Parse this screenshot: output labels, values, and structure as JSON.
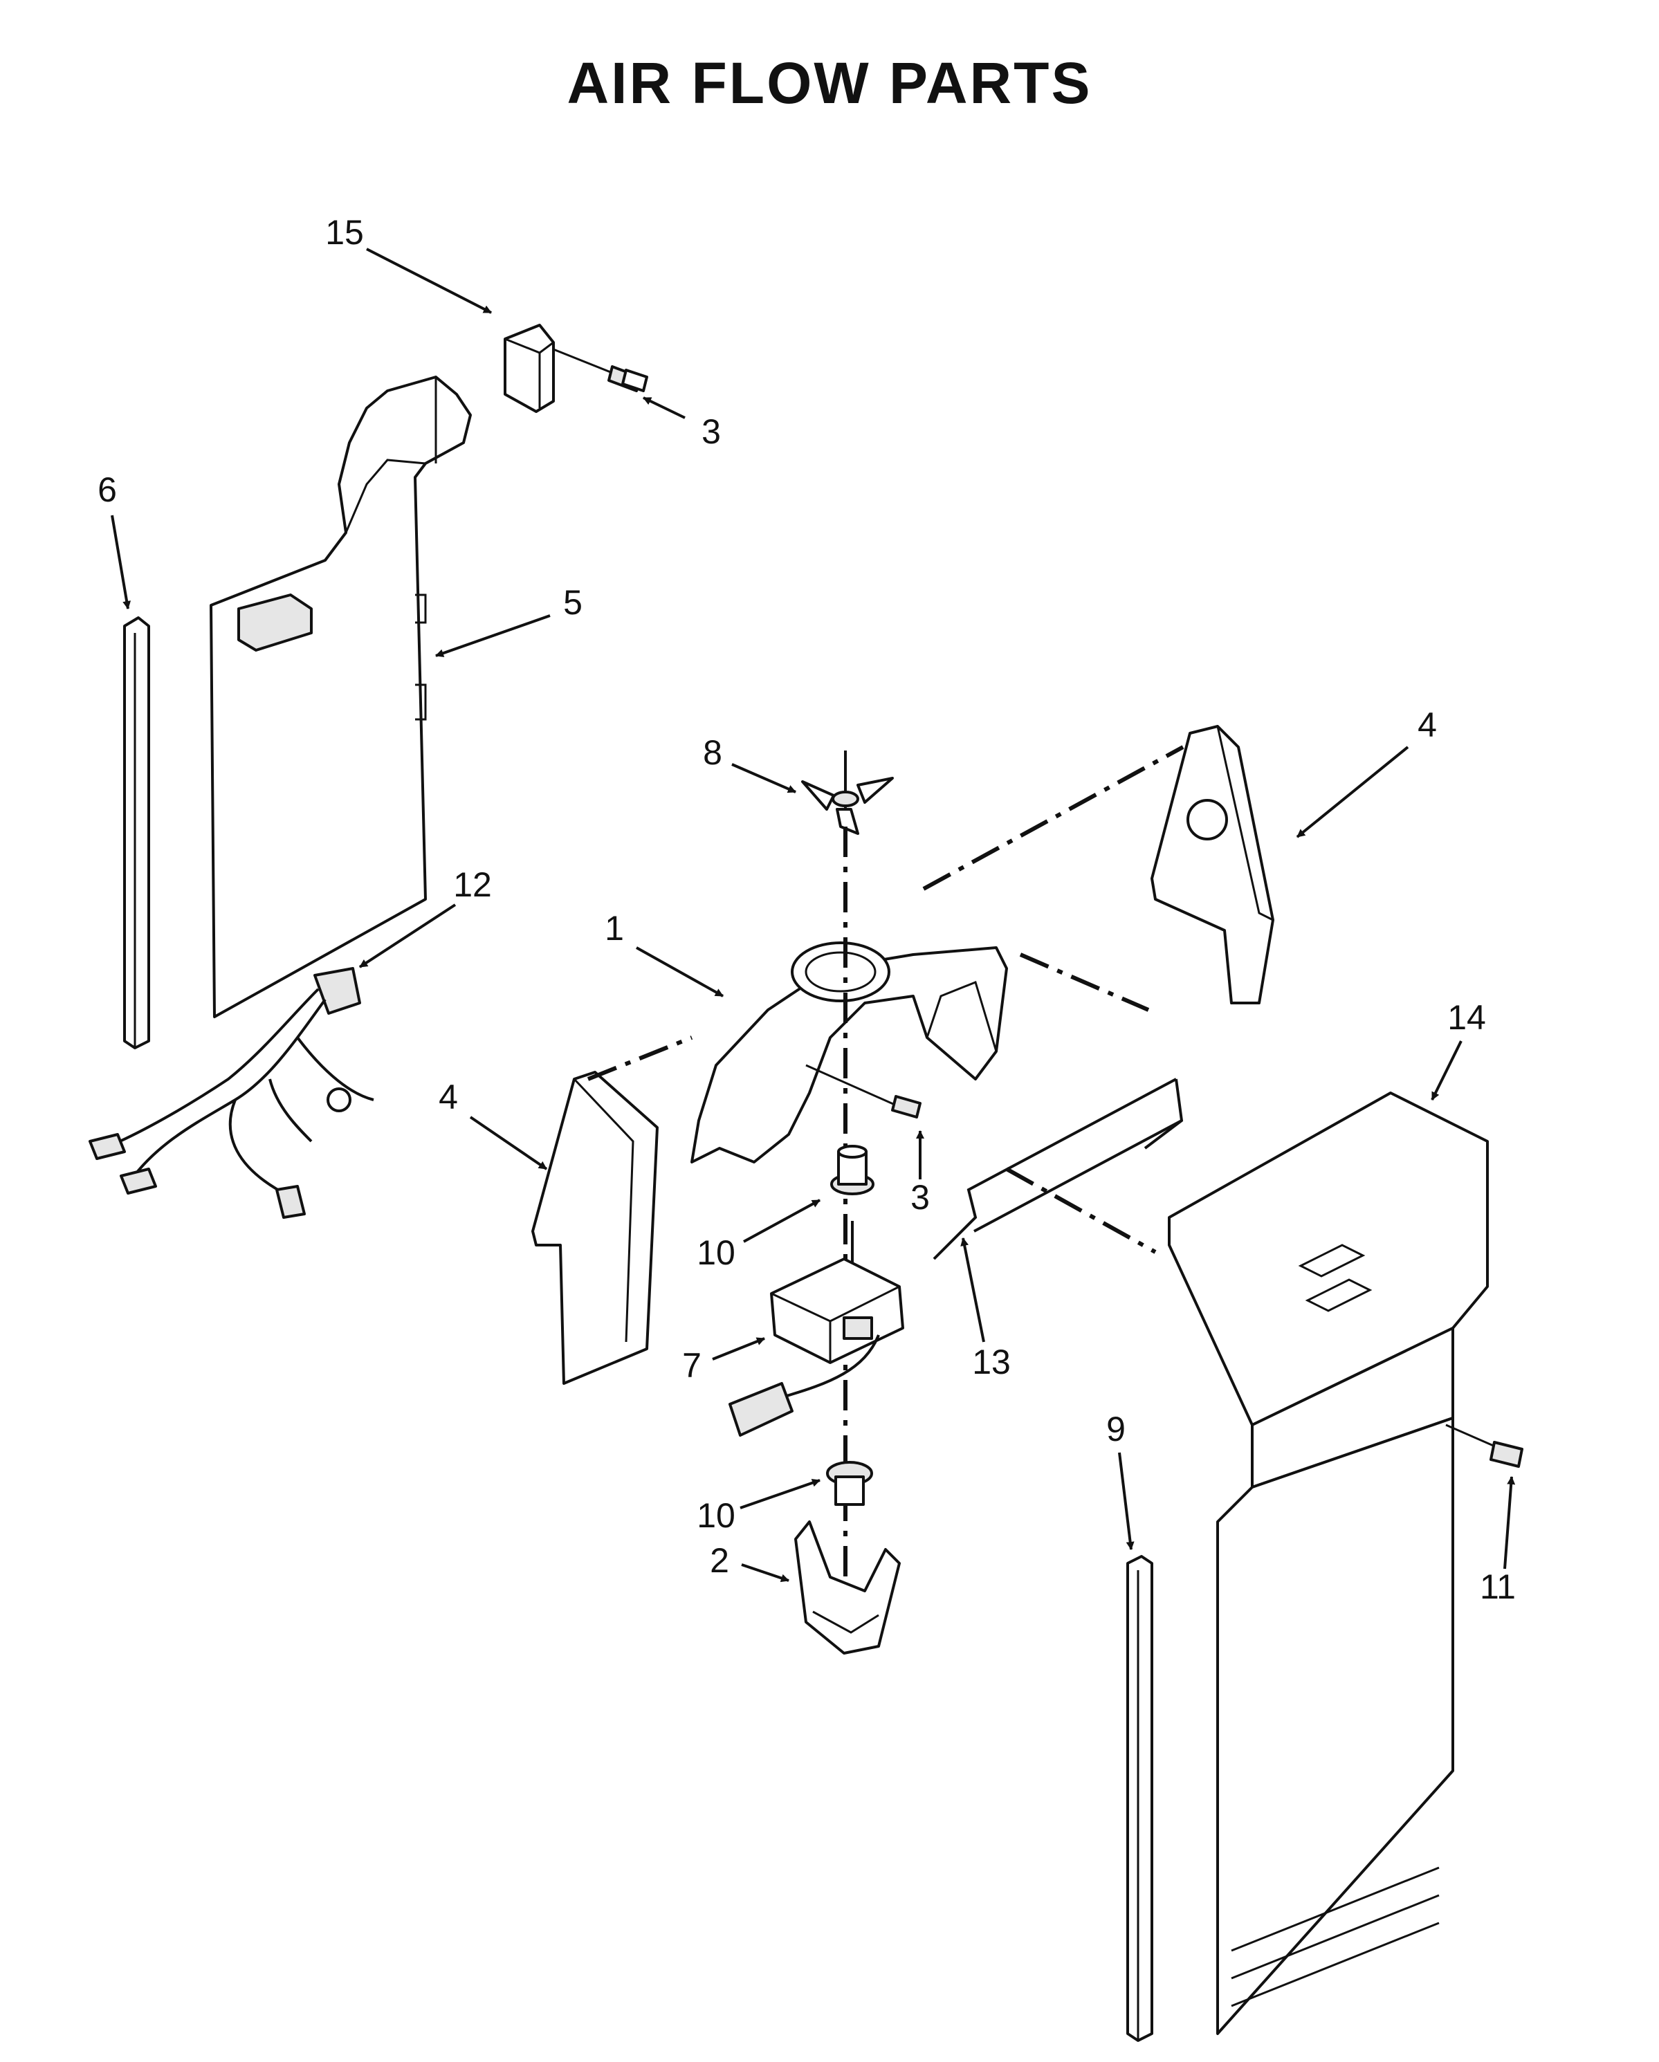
{
  "diagram": {
    "title": "AIR FLOW PARTS",
    "callouts": {
      "c1": "1",
      "c2": "2",
      "c3a": "3",
      "c3b": "3",
      "c4a": "4",
      "c4b": "4",
      "c5": "5",
      "c6": "6",
      "c7": "7",
      "c8": "8",
      "c9": "9",
      "c10a": "10",
      "c10b": "10",
      "c11": "11",
      "c12": "12",
      "c13": "13",
      "c14": "14",
      "c15": "15"
    }
  }
}
